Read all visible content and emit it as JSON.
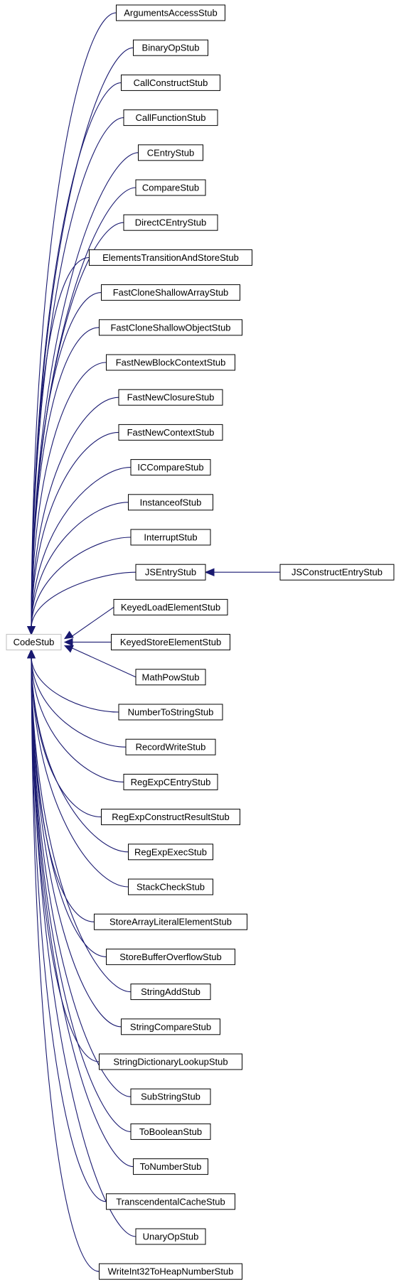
{
  "colors": {
    "edge": "#191970",
    "node_border": "#000000",
    "root_border": "#bfbfbf",
    "background": "#ffffff"
  },
  "root": {
    "label": "CodeStub"
  },
  "children": [
    {
      "label": "ArgumentsAccessStub"
    },
    {
      "label": "BinaryOpStub"
    },
    {
      "label": "CallConstructStub"
    },
    {
      "label": "CallFunctionStub"
    },
    {
      "label": "CEntryStub"
    },
    {
      "label": "CompareStub"
    },
    {
      "label": "DirectCEntryStub"
    },
    {
      "label": "ElementsTransitionAndStoreStub"
    },
    {
      "label": "FastCloneShallowArrayStub"
    },
    {
      "label": "FastCloneShallowObjectStub"
    },
    {
      "label": "FastNewBlockContextStub"
    },
    {
      "label": "FastNewClosureStub"
    },
    {
      "label": "FastNewContextStub"
    },
    {
      "label": "ICCompareStub"
    },
    {
      "label": "InstanceofStub"
    },
    {
      "label": "InterruptStub"
    },
    {
      "label": "JSEntryStub",
      "subclass": "JSConstructEntryStub"
    },
    {
      "label": "KeyedLoadElementStub"
    },
    {
      "label": "KeyedStoreElementStub"
    },
    {
      "label": "MathPowStub"
    },
    {
      "label": "NumberToStringStub"
    },
    {
      "label": "RecordWriteStub"
    },
    {
      "label": "RegExpCEntryStub"
    },
    {
      "label": "RegExpConstructResultStub"
    },
    {
      "label": "RegExpExecStub"
    },
    {
      "label": "StackCheckStub"
    },
    {
      "label": "StoreArrayLiteralElementStub"
    },
    {
      "label": "StoreBufferOverflowStub"
    },
    {
      "label": "StringAddStub"
    },
    {
      "label": "StringCompareStub"
    },
    {
      "label": "StringDictionaryLookupStub"
    },
    {
      "label": "SubStringStub"
    },
    {
      "label": "ToBooleanStub"
    },
    {
      "label": "ToNumberStub"
    },
    {
      "label": "TranscendentalCacheStub"
    },
    {
      "label": "UnaryOpStub"
    },
    {
      "label": "WriteInt32ToHeapNumberStub"
    }
  ]
}
